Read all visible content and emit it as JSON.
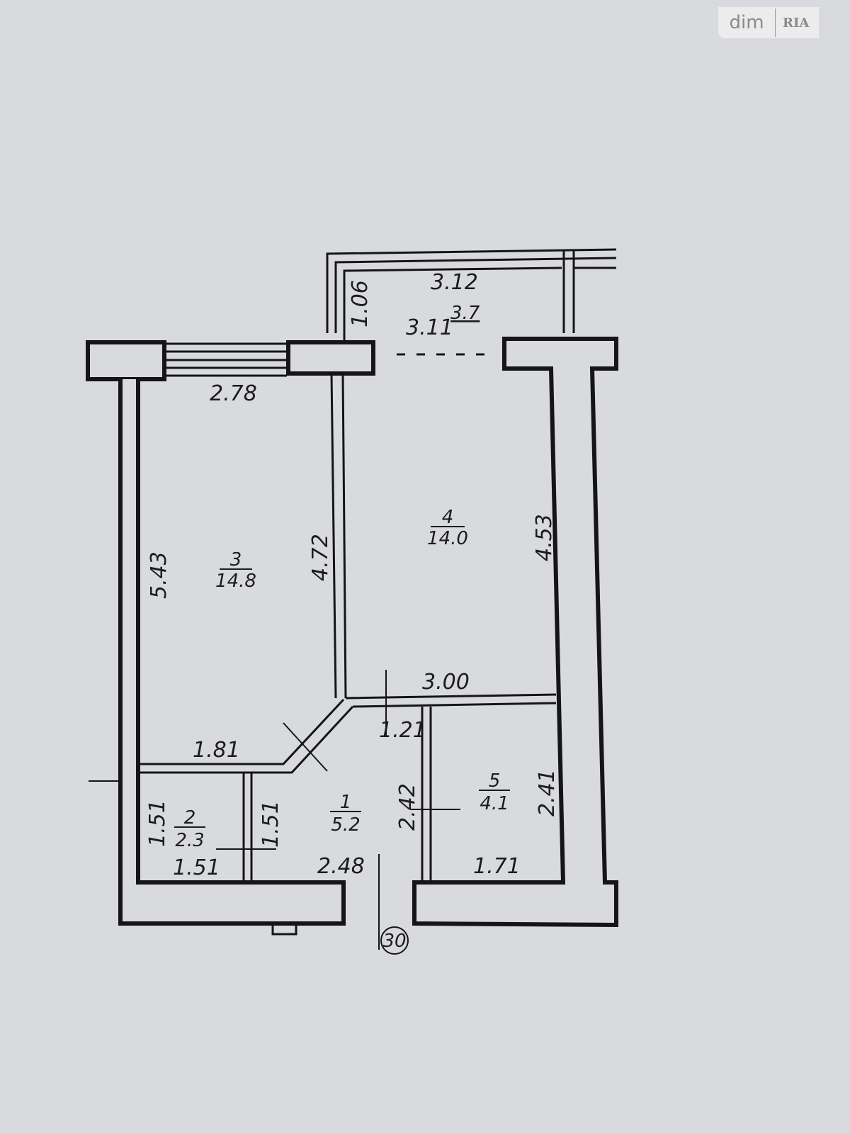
{
  "watermark": {
    "brand": "dim",
    "logo": "RIA"
  },
  "rooms": [
    {
      "number": "1",
      "area": "5.2"
    },
    {
      "number": "2",
      "area": "2.3"
    },
    {
      "number": "3",
      "area": "14.8"
    },
    {
      "number": "4",
      "area": "14.0"
    },
    {
      "number": "5",
      "area": "4.1"
    }
  ],
  "balcony": {
    "width_top": "3.12",
    "width": "3.11",
    "area": "3.7",
    "depth": "1.06"
  },
  "dimensions": {
    "room3_width": "2.78",
    "room3_length": "5.43",
    "room3_inner": "4.72",
    "room3_bottom": "1.81",
    "room4_length": "4.53",
    "room4_width": "3.00",
    "hall_top": "1.21",
    "hall_length": "2.42",
    "hall_width": "2.48",
    "hall_side": "1.51",
    "room2_height": "1.51",
    "room2_width": "1.51",
    "room5_height": "2.41",
    "room5_width": "1.71"
  },
  "axis_marker": "30"
}
